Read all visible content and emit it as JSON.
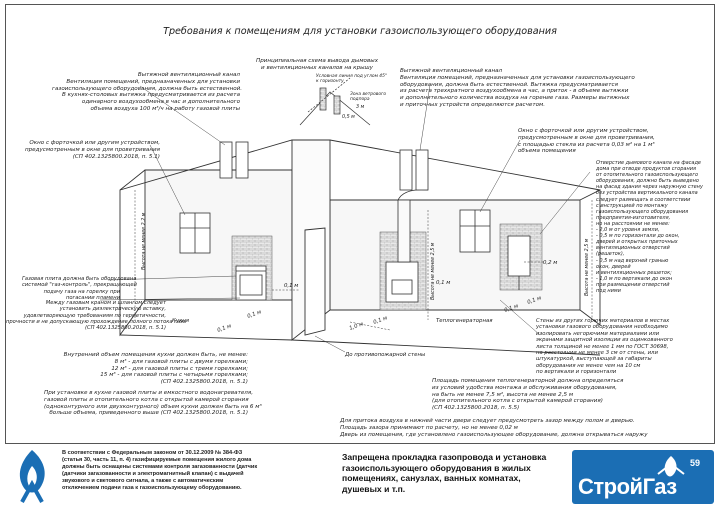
{
  "header": {
    "title": "Требования к помещениям для установки газоиспользующего оборудования"
  },
  "notes": {
    "n1": "Вытяжной вентиляционный канал\nВентиляция помещений, предназначенных для установки\nгазоиспользующего оборудования, должна быть естественной.\nВ кухнях-столовых вытяжка предусматривается из расчета\nодинарного воздухообмена в час и дополнительного\nобъема воздуха 100 м³/ч на работу газовой плиты",
    "n2": "Принципиальная схема вывода дымовых\nи вентиляционных каналов на крышу",
    "n3": "Вытяжной вентиляционный канал\nВентиляция помещений, предназначенных для установки газоиспользующего\nоборудования, должна быть естественной. Вытяжка предусматривается\nиз расчета трехкратного воздухообмена в час, а приток - в объеме вытяжки\nи дополнительного количества воздуха на горение газа. Размеры вытяжных\nи приточных устройств определяются расчетом.",
    "n4": "Окно с форточкой или другим устройством,\nпредусмотренным в окне для проветривания\n(СП 402.1325800.2018, п. 5.1)",
    "n5": "Окно с форточкой или другим устройством,\nпредусмотренным в окне для проветривания,\nс площадью стекла из расчета 0,03 м² на 1 м³\nобъема помещения",
    "n6": "Отверстие дымового канала на фасаде\nдома при отводе продуктов сгорания\nот отопительного газоиспользующего\nоборудования, должно быть выведено\nна фасад здания через наружную стену\nбез устройства вертикального канала\nследует размещать в соответствии\nс инструкцией по монтажу\nгазоиспользующего оборудования\nпредприятия-изготовителя,\nно на расстоянии не менее:\n- 2,0 м от уровня земли,\n- 0,5 м по горизонтали до окон,\nдверей и открытых приточных\nвентиляционных отверстий\n(решеток),\n- 0,5 м над верхней гранью\nокон, дверей\nи вентиляционных решеток;\n- 1,0 м по вертикали до окон\nпри размещении отверстий\nпод ними",
    "n7": "Газовая плита должна быть оборудована\nсистемой \"газ-контроль\", прекращающей\nподачу газа на горелку при\nпогасании пламени",
    "n8": "Между газовым краном и шлангом следует\nустановить диэлектрическую вставку,\nудовлетворяющую требованиям по герметичности,\nпрочности и не допускающую прохождение полного потока газа\n(СП 402.1325800.2018, п. 5.1)",
    "n9": "Внутренний объем помещения кухни должен быть, не менее:\n8 м³ - для газовой плиты с двумя горелками;\n12 м³ - для газовой плиты с тремя горелками;\n15 м³ - для газовой плиты с четырьмя горелками;\n(СП 402.1325800.2018, п. 5.1)",
    "n10": "При установке в кухне газовой плиты и емкостного водонагревателя,\nгазовой плиты и отопительного котла с открытой камерой сгорания\n(одноконтурного или двухконтурного) объем кухни должен быть на 6 м³\nбольше объема, приведенного выше (СП 402.1325800.2018, п. 5.1)",
    "n11": "Стены из других горючих материалов в местах\nустановки газового оборудования необходимо\nизолировать негорючими материалами или\nэкранами защитной изоляции из оцинкованного\nлиста толщиной не менее 1 мм по ГОСТ 30698,\nна расстоянии не менее 3 см от стены, или\nштукатуркой, выступающей за габариты\nоборудования не менее чем на 10 см\nпо вертикали и горизонтали"
  },
  "dims": {
    "wall_h_left": "Высота не менее 2,2 м",
    "wall_h_mid": "Высота не менее 2,5 м",
    "wall_h_right": "Высота не менее 2,5 м",
    "d1": "0,1 м",
    "d2": "0,1 м",
    "d3": "0,1 м",
    "d4": "1,0 м",
    "d5": "0,1 м",
    "d6": "0,2 м",
    "d7": "0,1 м",
    "d8": "0,1 м",
    "d9": "0,1 м"
  },
  "room_labels": {
    "kitchen": "Кухня",
    "boiler_room": "Теплогенераторная",
    "fire_wall": "До противопожарной стены"
  },
  "roof_labels": {
    "zone": "Условная линия под углом 45°\nк горизонту",
    "wind": "Зона ветрового\nподпора",
    "r1": "3 м",
    "r2": "0,5 м"
  },
  "bottom_notes": {
    "b1": "Площадь помещения теплогенераторной должна определяться\nиз условий удобства монтажа и обслуживания оборудования,\nна быть не менее 7,5 м², высота не менее 2,5 м\n(для отопительного котла с открытой камерой сгорания)\n(СП 402.1325800.2018, п. 5.5)",
    "b2": "Для притока воздуха в нижней части двери следует предусмотреть зазор между полом и дверью.\nПлощадь зазора принимают по расчету, но не менее 0,02 м\nДверь из помещения, где установлено газоиспользующее оборудование, должна открываться наружу"
  },
  "footer": {
    "law": "В соответствии с Федеральным законом от 30.12.2009 № 384-ФЗ\n(статья 30, часть 11, п. 4) газифицируемые помещения жилого дома\nдолжны быть оснащены системами контроля загазованности (датчик\n(датчики загазованности и электромагнитный клапан) с выдачей\nзвукового и светового сигнала, а также с автоматическим\nотключением подачи газа к газоиспользующему оборудованию.",
    "ban": "Запрещена прокладка газопровода и установка\nгазоиспользующего оборудования в жилых\nпомещениях, санузлах, ванных комнатах,\nдушевых и т.п.",
    "brand": "СтройГаз",
    "brand_num": "59"
  },
  "colors": {
    "brand_blue": "#1b6eb4",
    "brand_blue_dark": "#0d4f8f",
    "wall_fill": "#f3f3f3",
    "line": "#333333"
  }
}
